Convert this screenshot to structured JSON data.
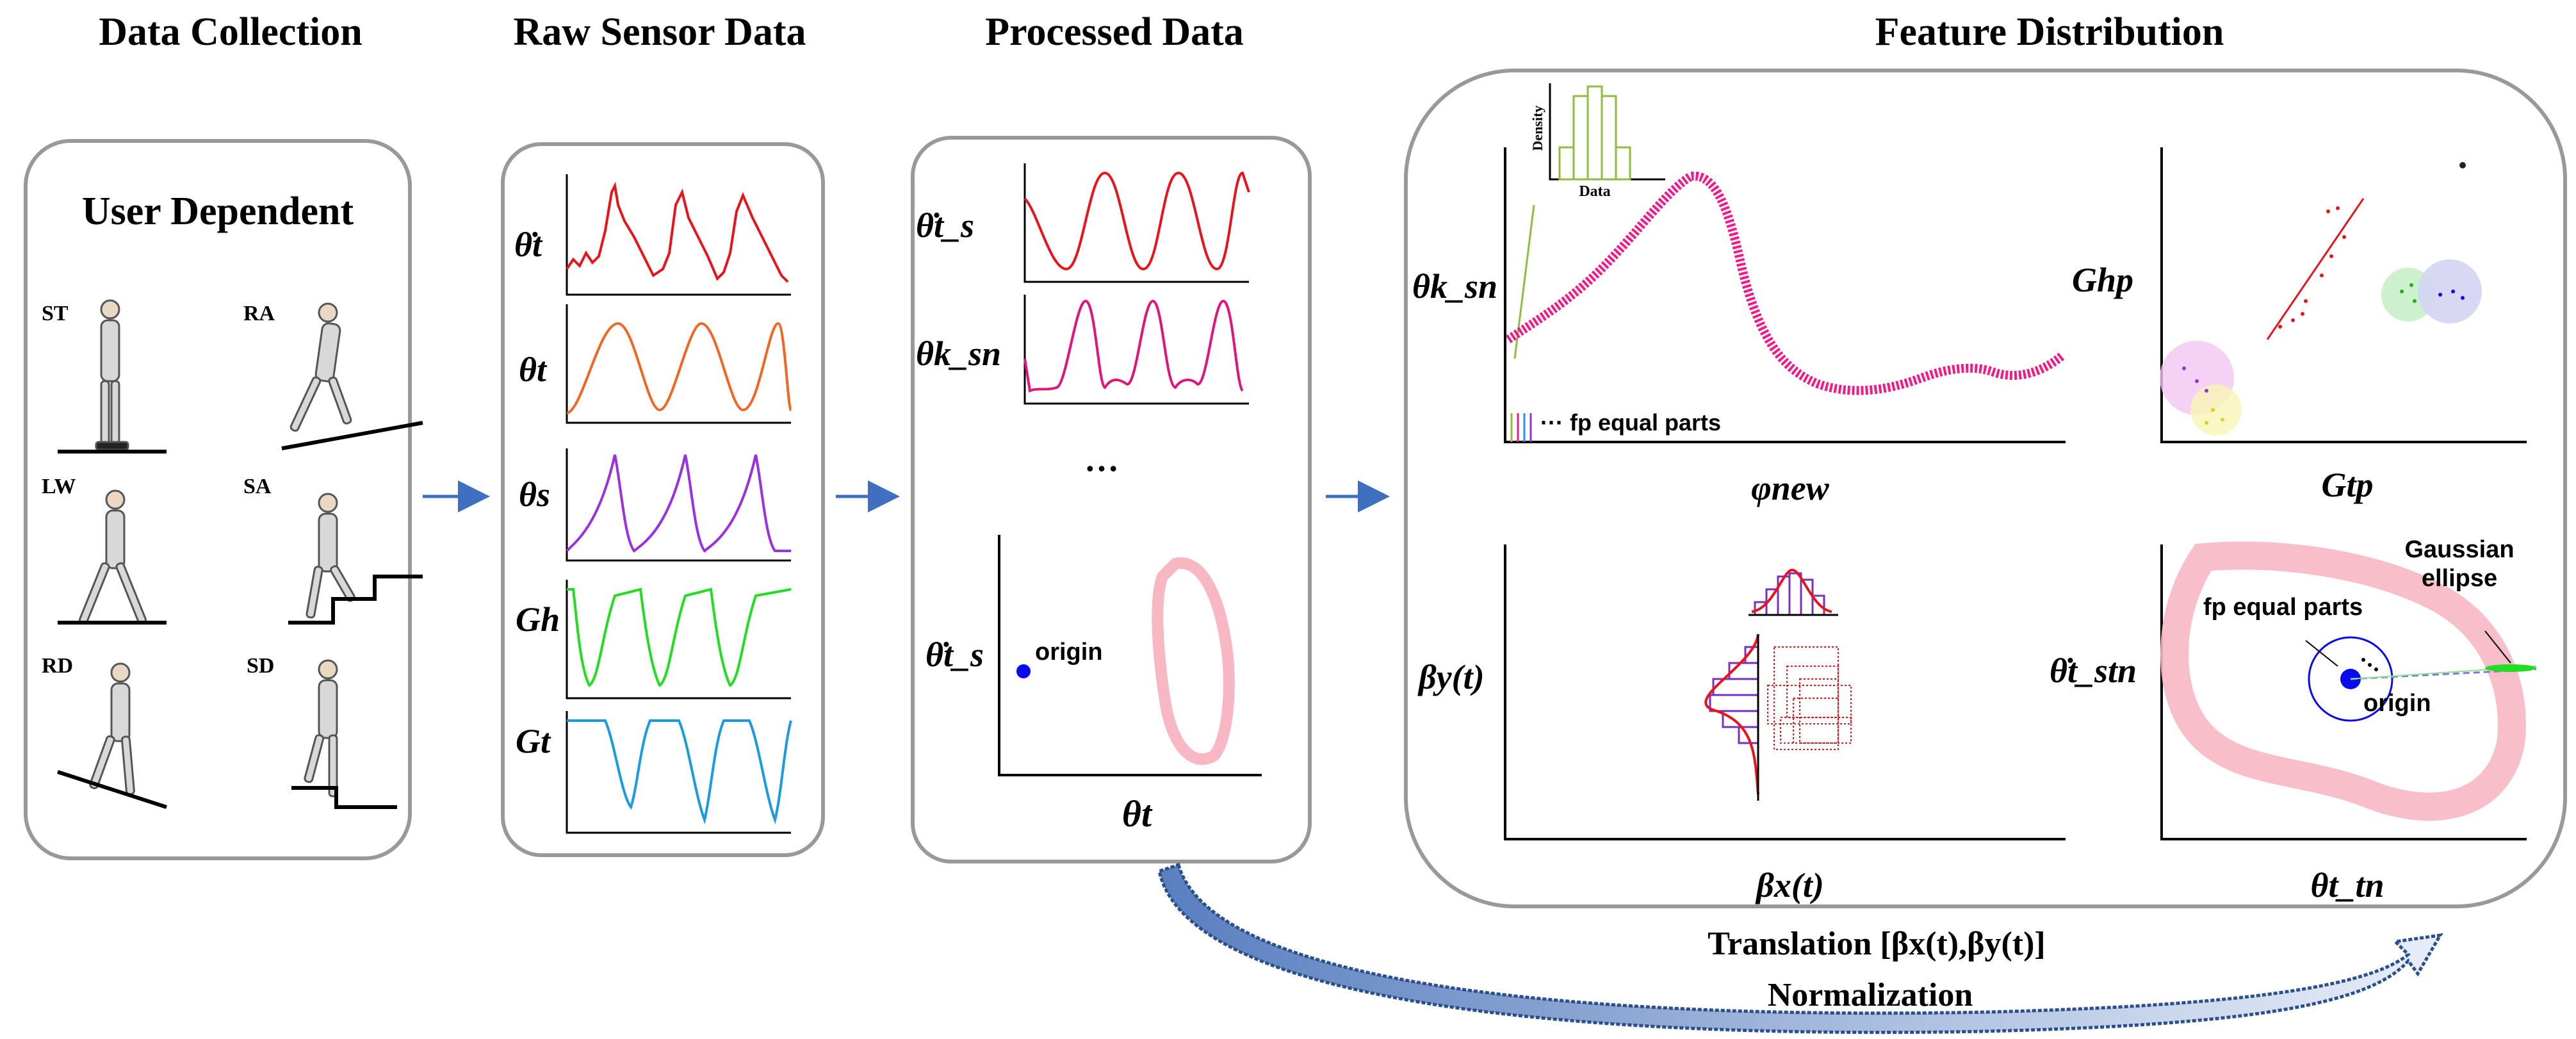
{
  "headers": {
    "data_collection": "Data Collection",
    "raw_sensor_data": "Raw Sensor Data",
    "processed_data": "Processed Data",
    "feature_distribution": "Feature Distribution"
  },
  "user_panel": {
    "title": "User Dependent",
    "activities": [
      "ST",
      "RA",
      "LW",
      "SA",
      "RD",
      "SD"
    ]
  },
  "raw_panel": {
    "signals": [
      {
        "label": "θ̇t",
        "color": "#e8141b"
      },
      {
        "label": "θt",
        "color": "#f26522"
      },
      {
        "label": "θs",
        "color": "#9b30e0"
      },
      {
        "label": "Gh",
        "color": "#22dd22"
      },
      {
        "label": "Gt",
        "color": "#1a9be0"
      }
    ]
  },
  "processed_panel": {
    "signal1_label": "θ̇t_s",
    "signal2_label": "θk_sn",
    "ellipsis": "…",
    "phase_ylabel": "θ̇t_s",
    "phase_xlabel": "θt",
    "origin_label": "origin"
  },
  "feature_panel": {
    "plot1": {
      "ylabel": "θk_sn",
      "xlabel": "φnew",
      "note": "··· fp equal parts",
      "inset_ylabel": "Density",
      "inset_xlabel": "Data"
    },
    "plot2": {
      "ylabel": "Ghp",
      "xlabel": "Gtp"
    },
    "plot3": {
      "ylabel": "βy(t)",
      "xlabel": "βx(t)"
    },
    "plot4": {
      "ylabel": "θ̇t_stn",
      "xlabel": "θt_tn",
      "fp_label": "fp equal parts",
      "origin_label": "origin",
      "gaussian_label_1": "Gaussian",
      "gaussian_label_2": "ellipse"
    }
  },
  "bottom": {
    "translation": "Translation  [βx(t),βy(t)]",
    "normalization": "Normalization"
  },
  "colors": {
    "arrow": "#3f6fbf",
    "pink": "#ee1d8a",
    "light_pink": "#f7b8c4",
    "red": "#e8141b",
    "blue": "#0a0af0",
    "purple": "#7b2fbe",
    "flow_arrow": "#2b4f8a"
  }
}
